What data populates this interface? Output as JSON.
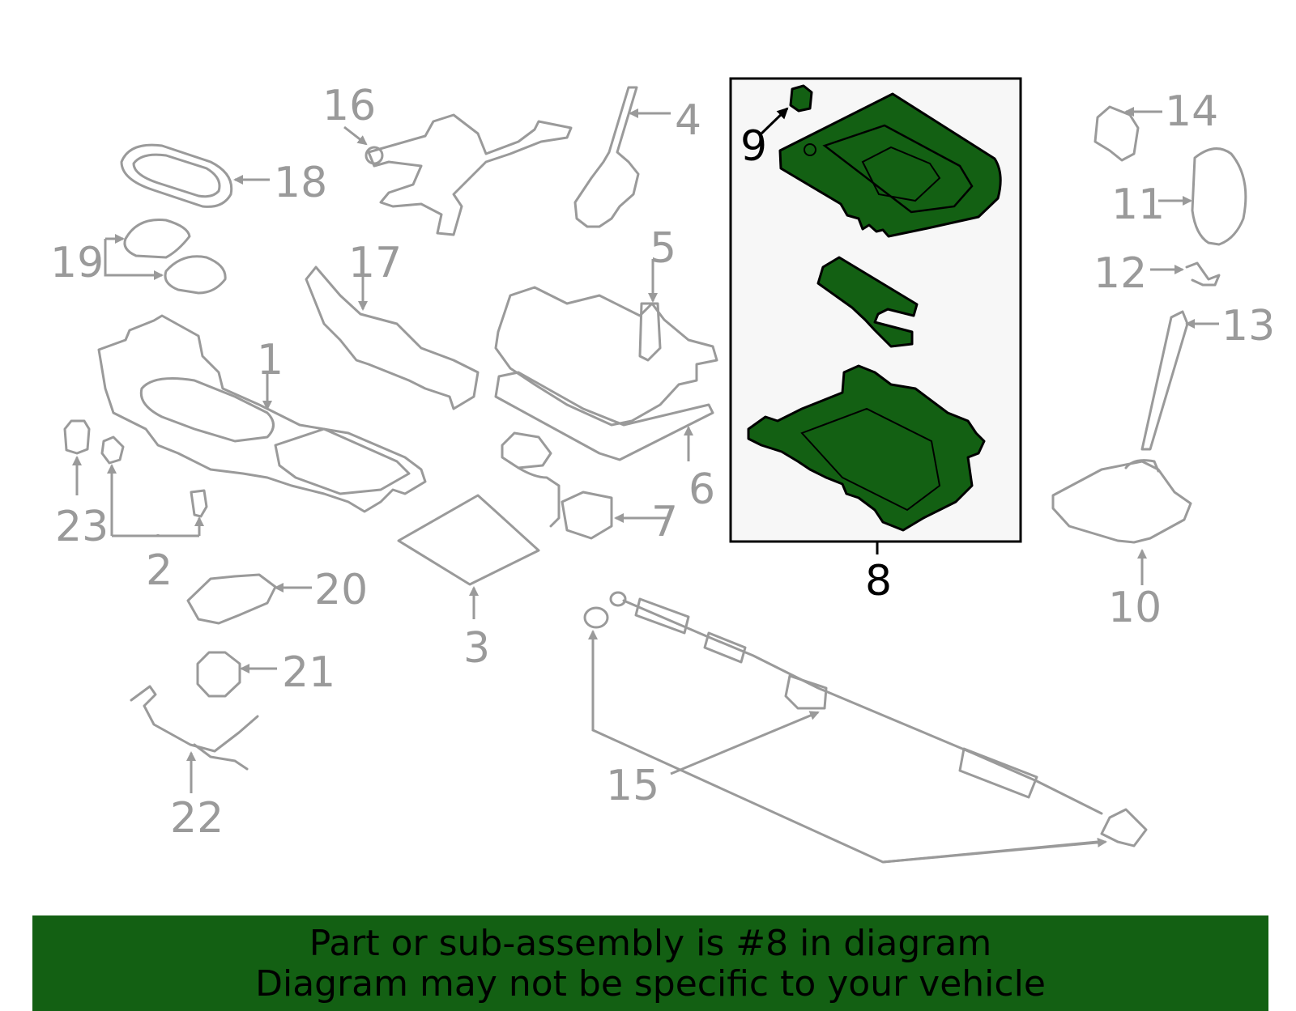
{
  "callouts": {
    "c1": "1",
    "c2": "2",
    "c3": "3",
    "c4": "4",
    "c5": "5",
    "c6": "6",
    "c7": "7",
    "c8": "8",
    "c9": "9",
    "c10": "10",
    "c11": "11",
    "c12": "12",
    "c13": "13",
    "c14": "14",
    "c15": "15",
    "c16": "16",
    "c17": "17",
    "c18": "18",
    "c19": "19",
    "c20": "20",
    "c21": "21",
    "c22": "22",
    "c23": "23"
  },
  "highlighted_part": "8",
  "colors": {
    "highlight_fill": "#136013",
    "part_stroke": "#9a9a9a",
    "banner_background": "#136013",
    "highlight_box_fill": "#f7f7f7"
  },
  "footer": {
    "line1": "Part or sub-assembly is #8 in diagram",
    "line2": "Diagram may not be specific to your vehicle"
  }
}
